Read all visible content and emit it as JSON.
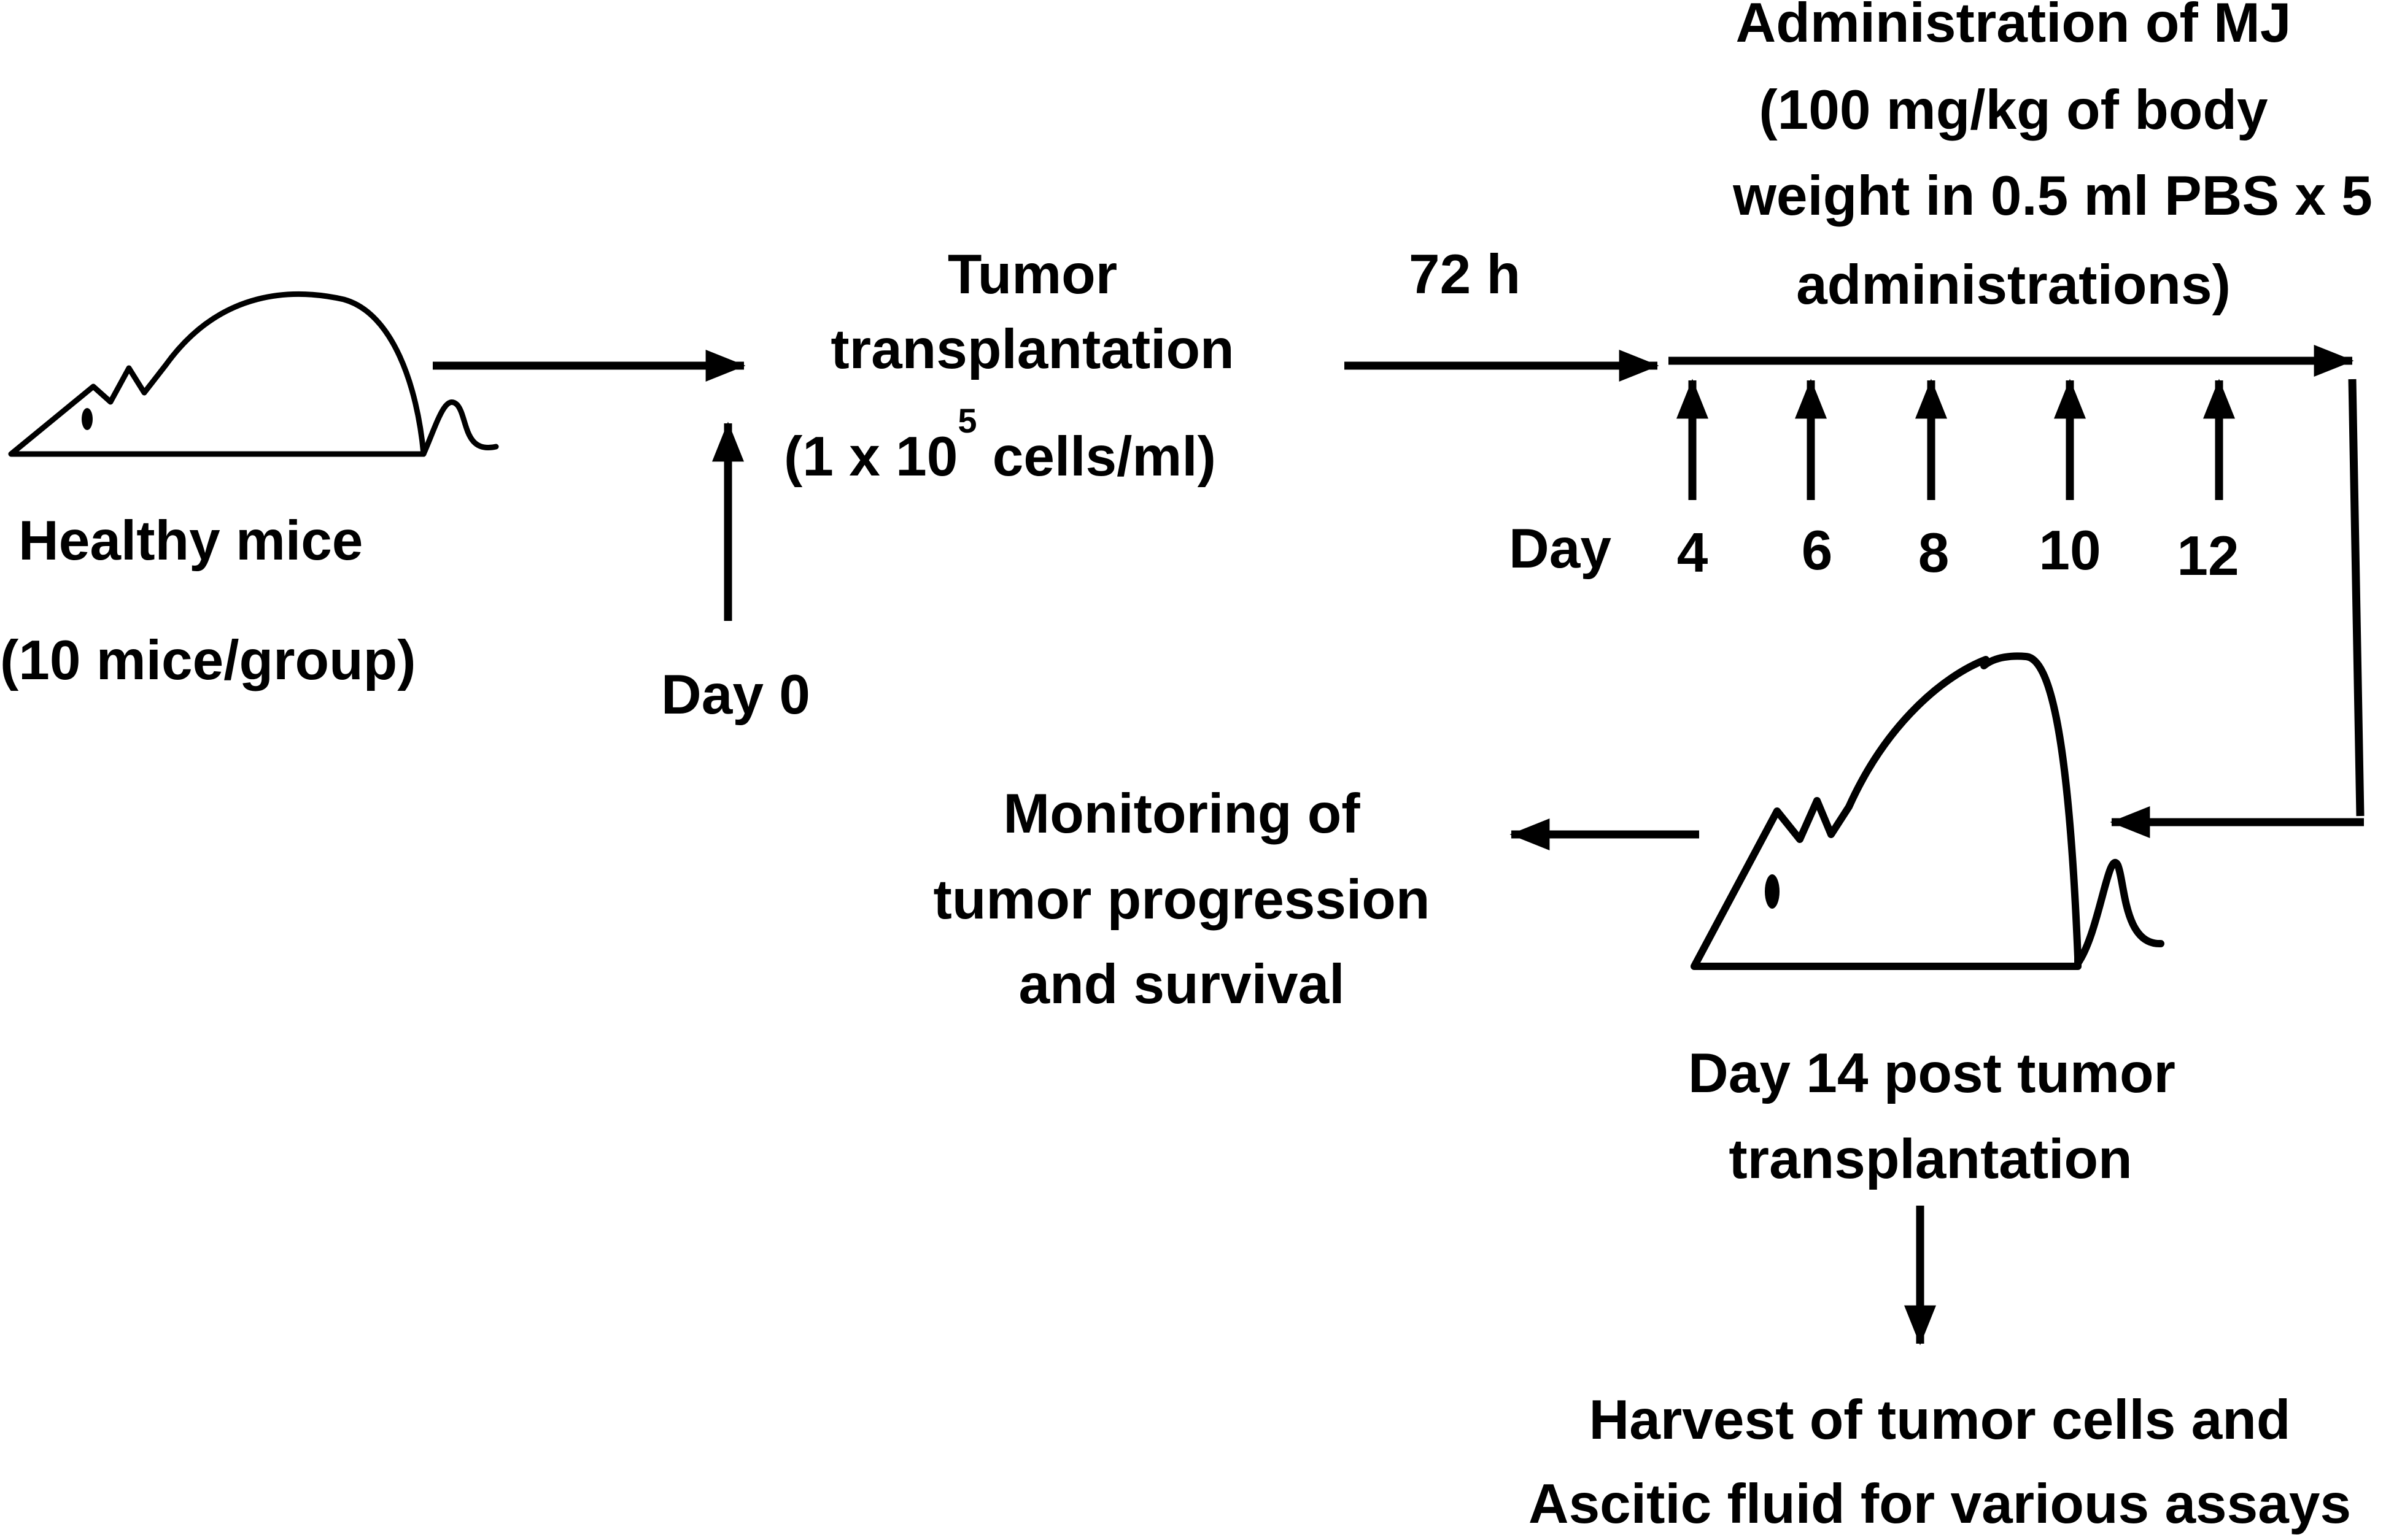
{
  "labels": {
    "healthy_mice": "Healthy mice",
    "mice_per_group": "(10 mice/group)",
    "day0": "Day 0",
    "tumor": "Tumor",
    "transplantation": "transplantation",
    "dose_open": "(1 x 10",
    "dose_exp": "5",
    "dose_close": " cells/ml)",
    "interval": "72 h",
    "admin_line1": "Administration of MJ",
    "admin_line2": "(100 mg/kg of body",
    "admin_line3": "weight in 0.5 ml PBS x 5",
    "admin_line4": "administrations)",
    "day_label": "Day",
    "day_ticks": [
      "4",
      "6",
      "8",
      "10",
      "12"
    ],
    "monitor_line1": "Monitoring of",
    "monitor_line2": "tumor progression",
    "monitor_line3": "and survival",
    "day14_line1": "Day 14 post tumor",
    "day14_line2": "transplantation",
    "harvest_line1": "Harvest of tumor cells and",
    "harvest_line2": "Ascitic fluid for various assays"
  },
  "icons": {
    "mouse_left": "mouse-icon",
    "mouse_right": "mouse-icon"
  }
}
